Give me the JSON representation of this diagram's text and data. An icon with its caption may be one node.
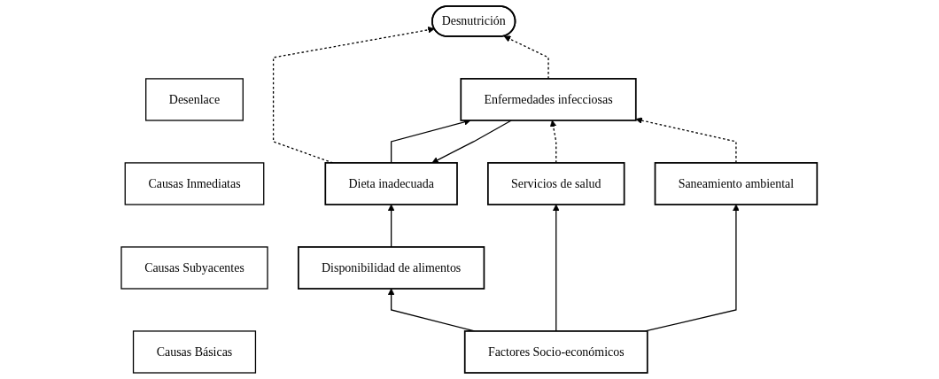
{
  "diagram": {
    "nodes": [
      {
        "text": [
          "Desenlace"
        ]
      },
      {
        "text": [
          "Desnutrición"
        ]
      },
      {
        "text": [
          "Causas Inmediatas"
        ]
      },
      {
        "text": [
          "Dieta inadecuada"
        ]
      },
      {
        "text": [
          "Enfermedades infecciosas"
        ]
      },
      {
        "text": [
          "Causas Subyacentes"
        ]
      },
      {
        "text": [
          "Disponibilidad de alimentos"
        ]
      },
      {
        "text": [
          "Servicios de salud"
        ]
      },
      {
        "text": [
          "Saneamiento ambiental"
        ]
      },
      {
        "text": [
          "Causas Básicas"
        ]
      },
      {
        "text": [
          "Factores Socio-económicos"
        ]
      }
    ],
    "edges": [
      {
        "from": 3,
        "to": 1,
        "arrow": "to",
        "style": "dashed"
      },
      {
        "from": 4,
        "to": 1,
        "arrow": "to",
        "style": "dashed"
      },
      {
        "from": 3,
        "to": 4,
        "arrow": "to"
      },
      {
        "from": 4,
        "to": 3,
        "arrow": "to"
      },
      {
        "from": 6,
        "to": 3,
        "arrow": "to"
      },
      {
        "from": 7,
        "to": 4,
        "arrow": "to",
        "style": "dashed"
      },
      {
        "from": 8,
        "to": 4,
        "arrow": "to",
        "style": "dashed"
      },
      {
        "from": 10,
        "to": 6,
        "arrow": "to"
      },
      {
        "from": 10,
        "to": 7,
        "arrow": "to"
      },
      {
        "from": 10,
        "to": 8,
        "arrow": "to"
      }
    ]
  }
}
